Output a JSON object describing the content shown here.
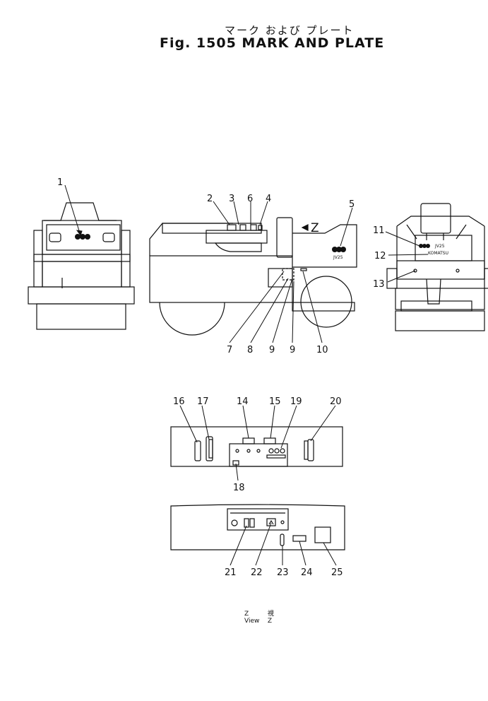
{
  "title_jp": "マーク および プレート",
  "title": "Fig. 1505 MARK AND PLATE",
  "z_arrow_label": "Z",
  "callouts": [
    "1",
    "2",
    "3",
    "4",
    "5",
    "6",
    "7",
    "8",
    "9",
    "9",
    "10",
    "11",
    "12",
    "13",
    "14",
    "15",
    "16",
    "17",
    "18",
    "19",
    "20",
    "21",
    "22",
    "23",
    "24",
    "25"
  ],
  "emblem_text": "JV25",
  "plate_text": "KOMATSU",
  "view_label": {
    "line1_left": "Z",
    "line1_right": "視",
    "line2_left": "View",
    "line2_right": "Z"
  }
}
